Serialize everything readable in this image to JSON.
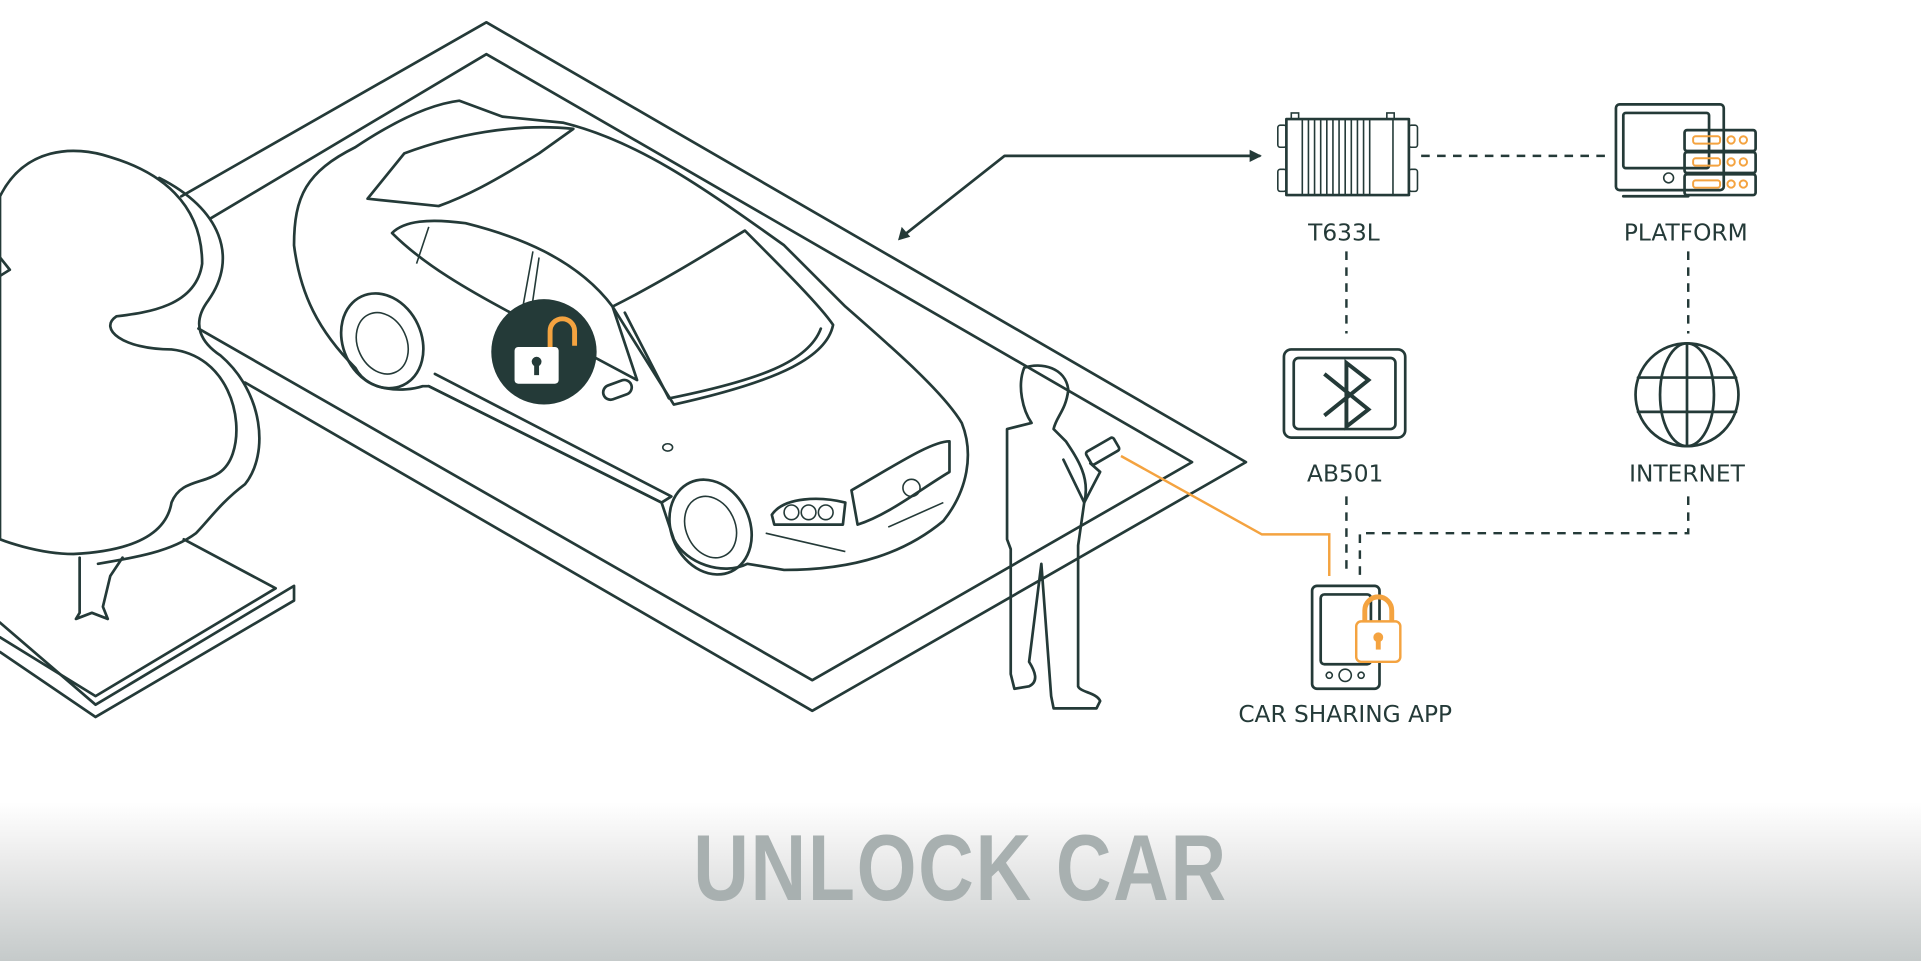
{
  "title": "UNLOCK CAR",
  "nodes": {
    "device": "T633L",
    "platform": "PLATFORM",
    "bluetooth": "AB501",
    "internet": "INTERNET",
    "app": "CAR SHARING APP"
  },
  "colors": {
    "line": "#243a38",
    "accent": "#f4a340",
    "title": "#a8b0b0"
  }
}
